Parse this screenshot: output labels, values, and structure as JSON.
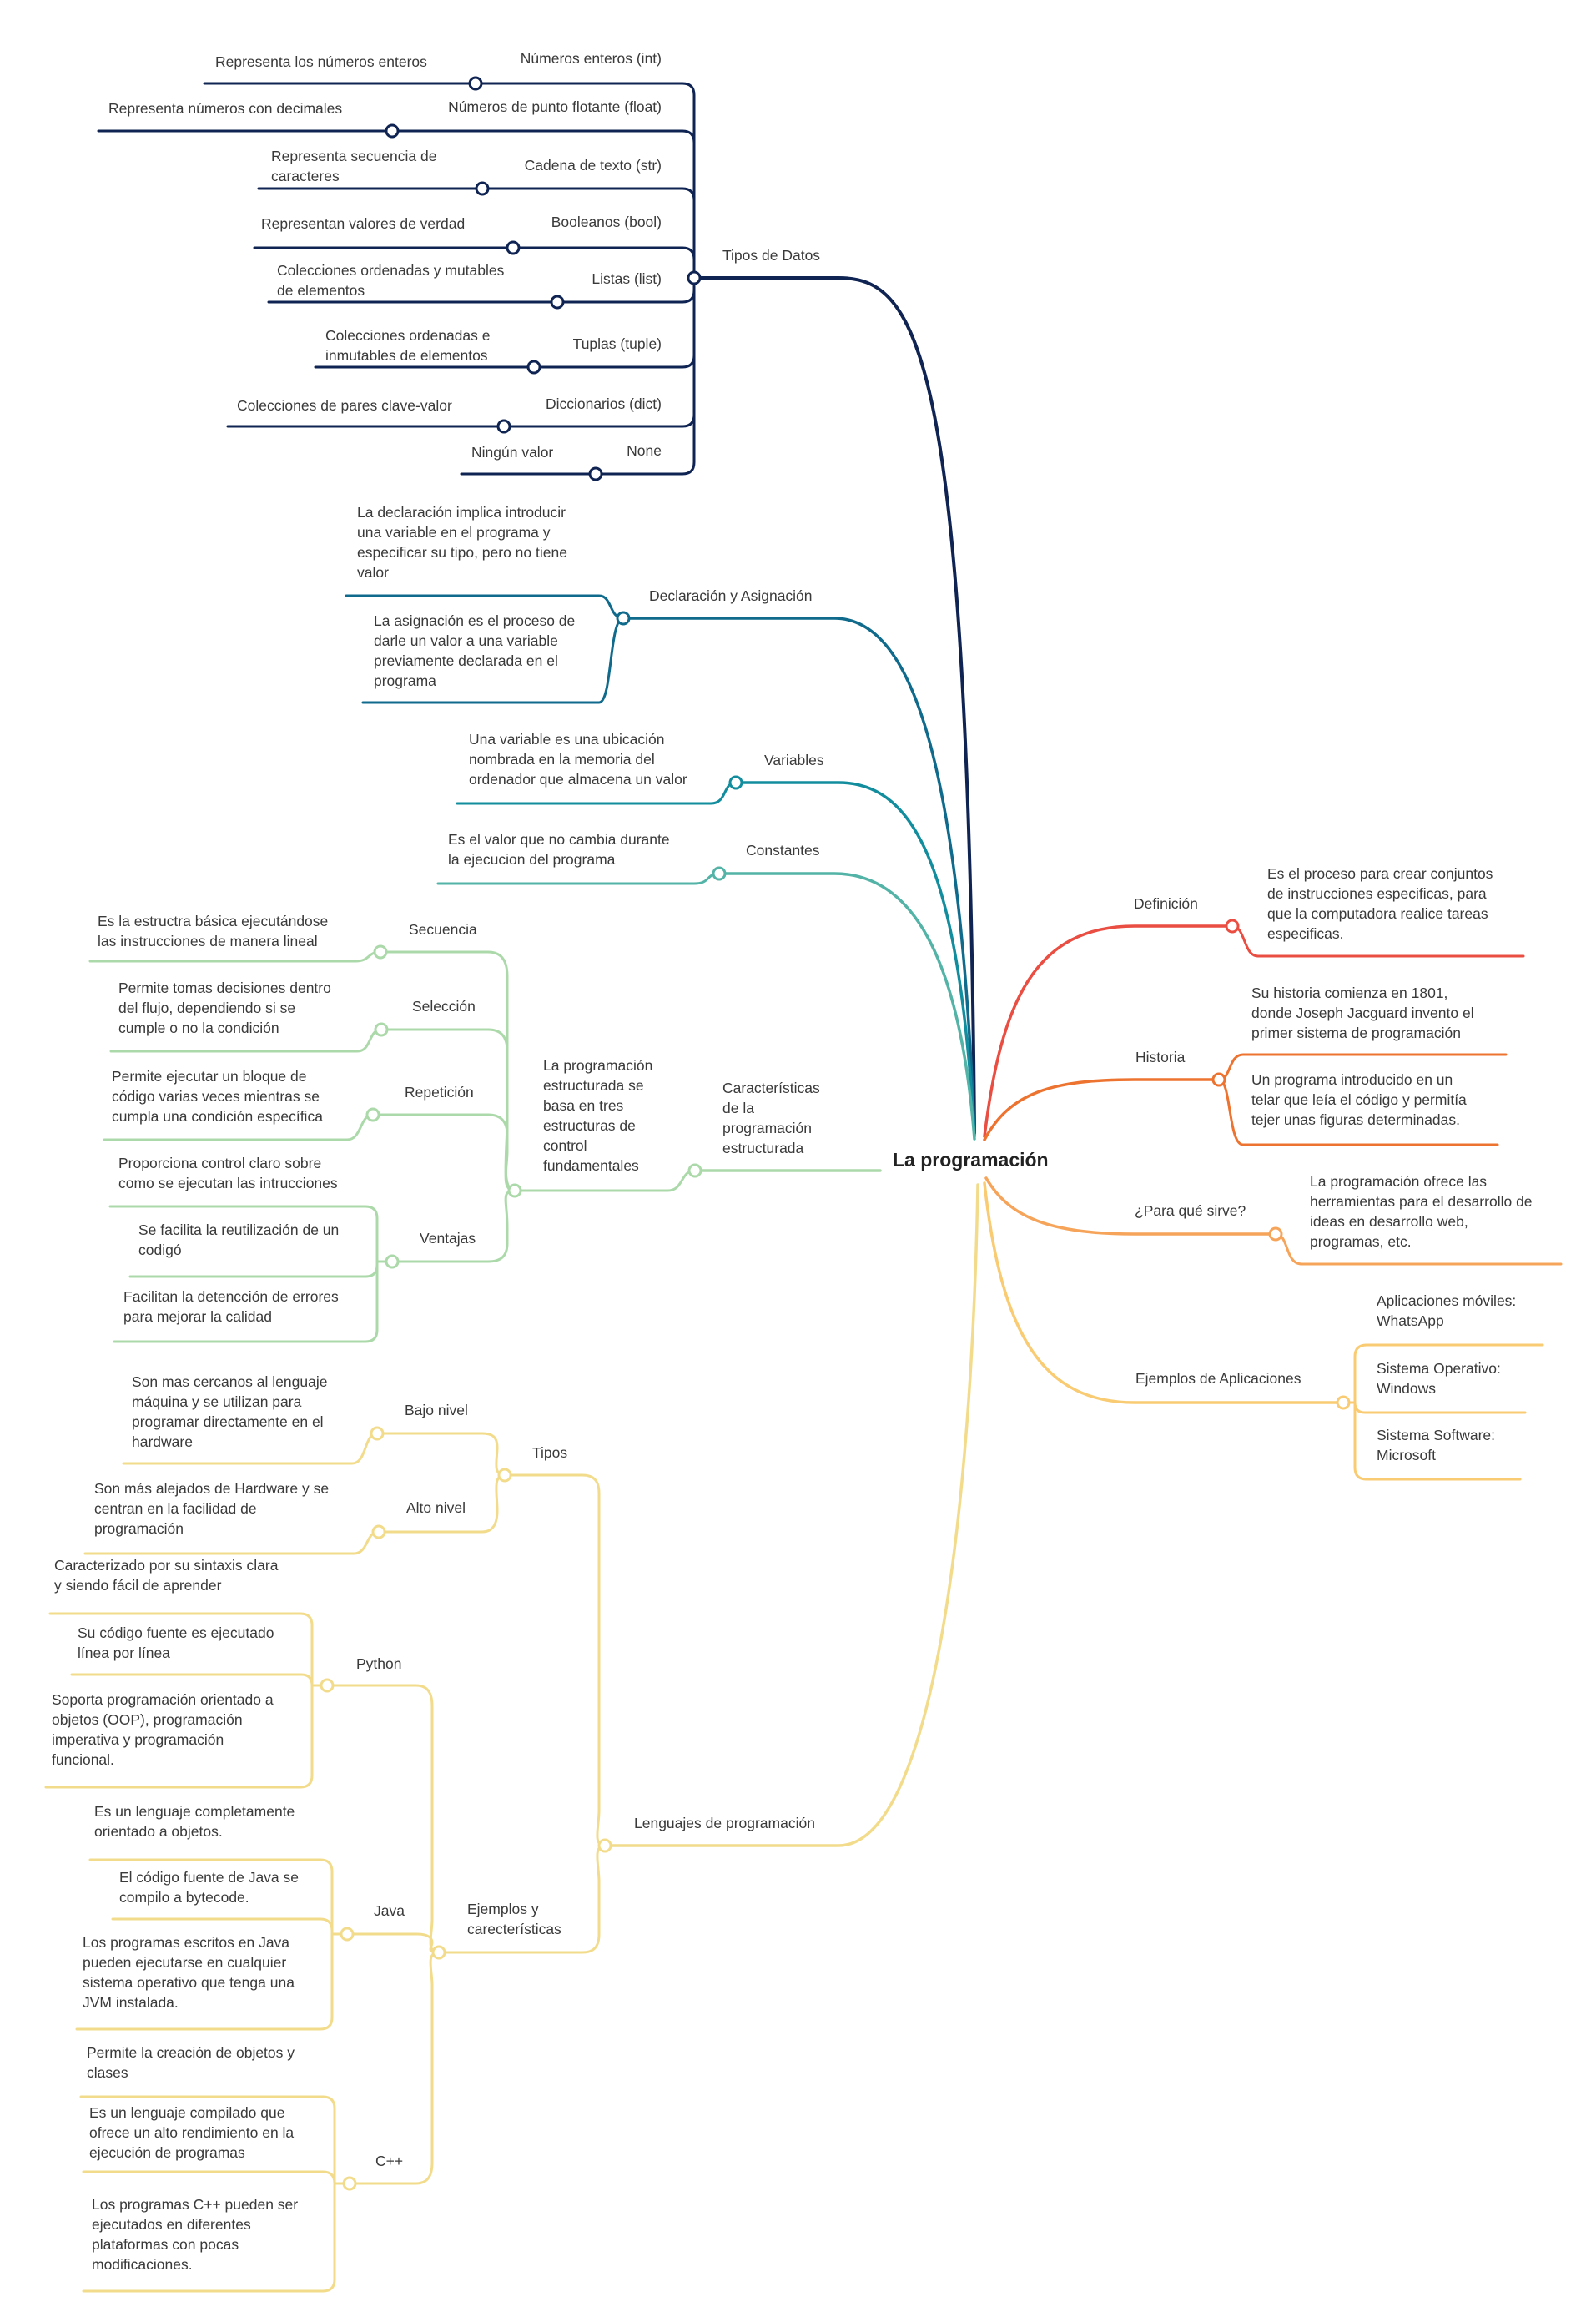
{
  "colors": {
    "navy": "#0f2452",
    "teal_dark": "#0f6a8c",
    "teal": "#128d9e",
    "teal_light": "#52b3a6",
    "green_light": "#acd9a9",
    "yellow": "#f2dc8c",
    "red": "#ea4d41",
    "orange": "#ed7430",
    "orange_light": "#f6a45a",
    "yellow_orange": "#f9cb72"
  },
  "root": {
    "label": "La programación"
  },
  "branches": {
    "tipos_datos": {
      "label": "Tipos de Datos",
      "items": [
        {
          "label": "Números enteros (int)",
          "desc": [
            "Representa los números enteros"
          ]
        },
        {
          "label": "Números de punto flotante (float)",
          "desc": [
            "Representa números con decimales"
          ]
        },
        {
          "label": "Cadena de texto (str)",
          "desc": [
            "Representa secuencia de",
            "caracteres"
          ]
        },
        {
          "label": "Booleanos (bool)",
          "desc": [
            "Representan valores de verdad"
          ]
        },
        {
          "label": "Listas (list)",
          "desc": [
            "Colecciones ordenadas y mutables",
            "de elementos"
          ]
        },
        {
          "label": "Tuplas (tuple)",
          "desc": [
            "Colecciones ordenadas e",
            "inmutables de elementos"
          ]
        },
        {
          "label": "Diccionarios (dict)",
          "desc": [
            "Colecciones de pares clave-valor"
          ]
        },
        {
          "label": "None",
          "desc": [
            "Ningún valor"
          ]
        }
      ]
    },
    "declaracion": {
      "label": "Declaración y Asignación",
      "desc1": [
        "La declaración implica introducir",
        "una variable en el programa y",
        "especificar su tipo, pero no tiene",
        "valor"
      ],
      "desc2": [
        "La asignación es el proceso de",
        "darle un valor a una variable",
        "previamente declarada en el",
        "programa"
      ]
    },
    "variables": {
      "label": "Variables",
      "desc": [
        "Una variable es una ubicación",
        "nombrada en la memoria del",
        "ordenador que almacena un valor"
      ]
    },
    "constantes": {
      "label": "Constantes",
      "desc": [
        "Es el valor que no cambia durante",
        "la ejecucion del programa"
      ]
    },
    "caracteristicas": {
      "label": [
        "Características",
        "de la",
        "programación",
        "estructurada"
      ],
      "mid": [
        "La programación",
        "estructurada se",
        "basa en tres",
        "estructuras de",
        "control",
        "fundamentales"
      ],
      "secuencia": {
        "label": "Secuencia",
        "desc": [
          "Es la estructra básica ejecutándose",
          "las instrucciones de manera lineal"
        ]
      },
      "seleccion": {
        "label": "Selección",
        "desc": [
          "Permite tomas decisiones dentro",
          "del flujo, dependiendo si se",
          "cumple o no la condición"
        ]
      },
      "repeticion": {
        "label": "Repetición",
        "desc": [
          "Permite ejecutar un bloque de",
          "código varias veces mientras se",
          "cumpla una condición específica"
        ]
      },
      "ventajas": {
        "label": "Ventajas",
        "items": [
          [
            "Proporciona control claro sobre",
            "como se ejecutan las intrucciones"
          ],
          [
            "Se facilita la reutilización de un",
            "codigó"
          ],
          [
            "Facilitan la detencción de errores",
            "para mejorar la calidad"
          ]
        ]
      }
    },
    "lenguajes": {
      "label": "Lenguajes de programación",
      "tipos": {
        "label": "Tipos",
        "bajo": {
          "label": "Bajo nivel",
          "desc": [
            "Son mas cercanos al lenguaje",
            "máquina y se utilizan para",
            "programar directamente en el",
            "hardware"
          ]
        },
        "alto": {
          "label": "Alto nivel",
          "desc": [
            "Son más alejados de Hardware y se",
            "centran en la facilidad de",
            "programación"
          ]
        }
      },
      "ejemplos": {
        "label": [
          "Ejemplos y",
          "carecterísticas"
        ],
        "python": {
          "label": "Python",
          "items": [
            [
              "Caracterizado por su sintaxis clara",
              "y siendo fácil de aprender"
            ],
            [
              "Su código fuente es ejecutado",
              "línea por línea"
            ],
            [
              "Soporta programación orientado a",
              "objetos (OOP), programación",
              "imperativa y programación",
              "funcional."
            ]
          ]
        },
        "java": {
          "label": "Java",
          "items": [
            [
              "Es un lenguaje completamente",
              "orientado a objetos."
            ],
            [
              "El código fuente de Java se",
              "compilo a bytecode."
            ],
            [
              "Los programas escritos en Java",
              "pueden ejecutarse en cualquier",
              "sistema operativo que tenga una",
              "JVM instalada."
            ]
          ]
        },
        "cpp": {
          "label": "C++",
          "items": [
            [
              "Permite la creación de objetos y",
              "clases"
            ],
            [
              "Es un lenguaje compilado que",
              "ofrece un alto rendimiento en la",
              "ejecución de programas"
            ],
            [
              "Los programas C++ pueden ser",
              "ejecutados en diferentes",
              "plataformas con pocas",
              "modificaciones."
            ]
          ]
        }
      }
    },
    "definicion": {
      "label": "Definición",
      "desc": [
        "Es el proceso para crear conjuntos",
        "de instrucciones especificas, para",
        "que la computadora realice tareas",
        "especificas."
      ]
    },
    "historia": {
      "label": "Historia",
      "desc1": [
        "Su historia comienza en 1801,",
        "donde Joseph Jacguard invento el",
        "primer sistema de programación"
      ],
      "desc2": [
        "Un programa introducido en un",
        "telar que leía el código y permitía",
        "tejer unas figuras determinadas."
      ]
    },
    "para_que": {
      "label": "¿Para qué sirve?",
      "desc": [
        "La programación ofrece las",
        "herramientas para el desarrollo de",
        "ideas en desarrollo web,",
        "programas, etc."
      ]
    },
    "ejemplos_app": {
      "label": "Ejemplos de Aplicaciones",
      "items": [
        [
          "Aplicaciones móviles:",
          "WhatsApp"
        ],
        [
          "Sistema Operativo:",
          "Windows"
        ],
        [
          "Sistema Software:",
          "Microsoft"
        ]
      ]
    }
  }
}
